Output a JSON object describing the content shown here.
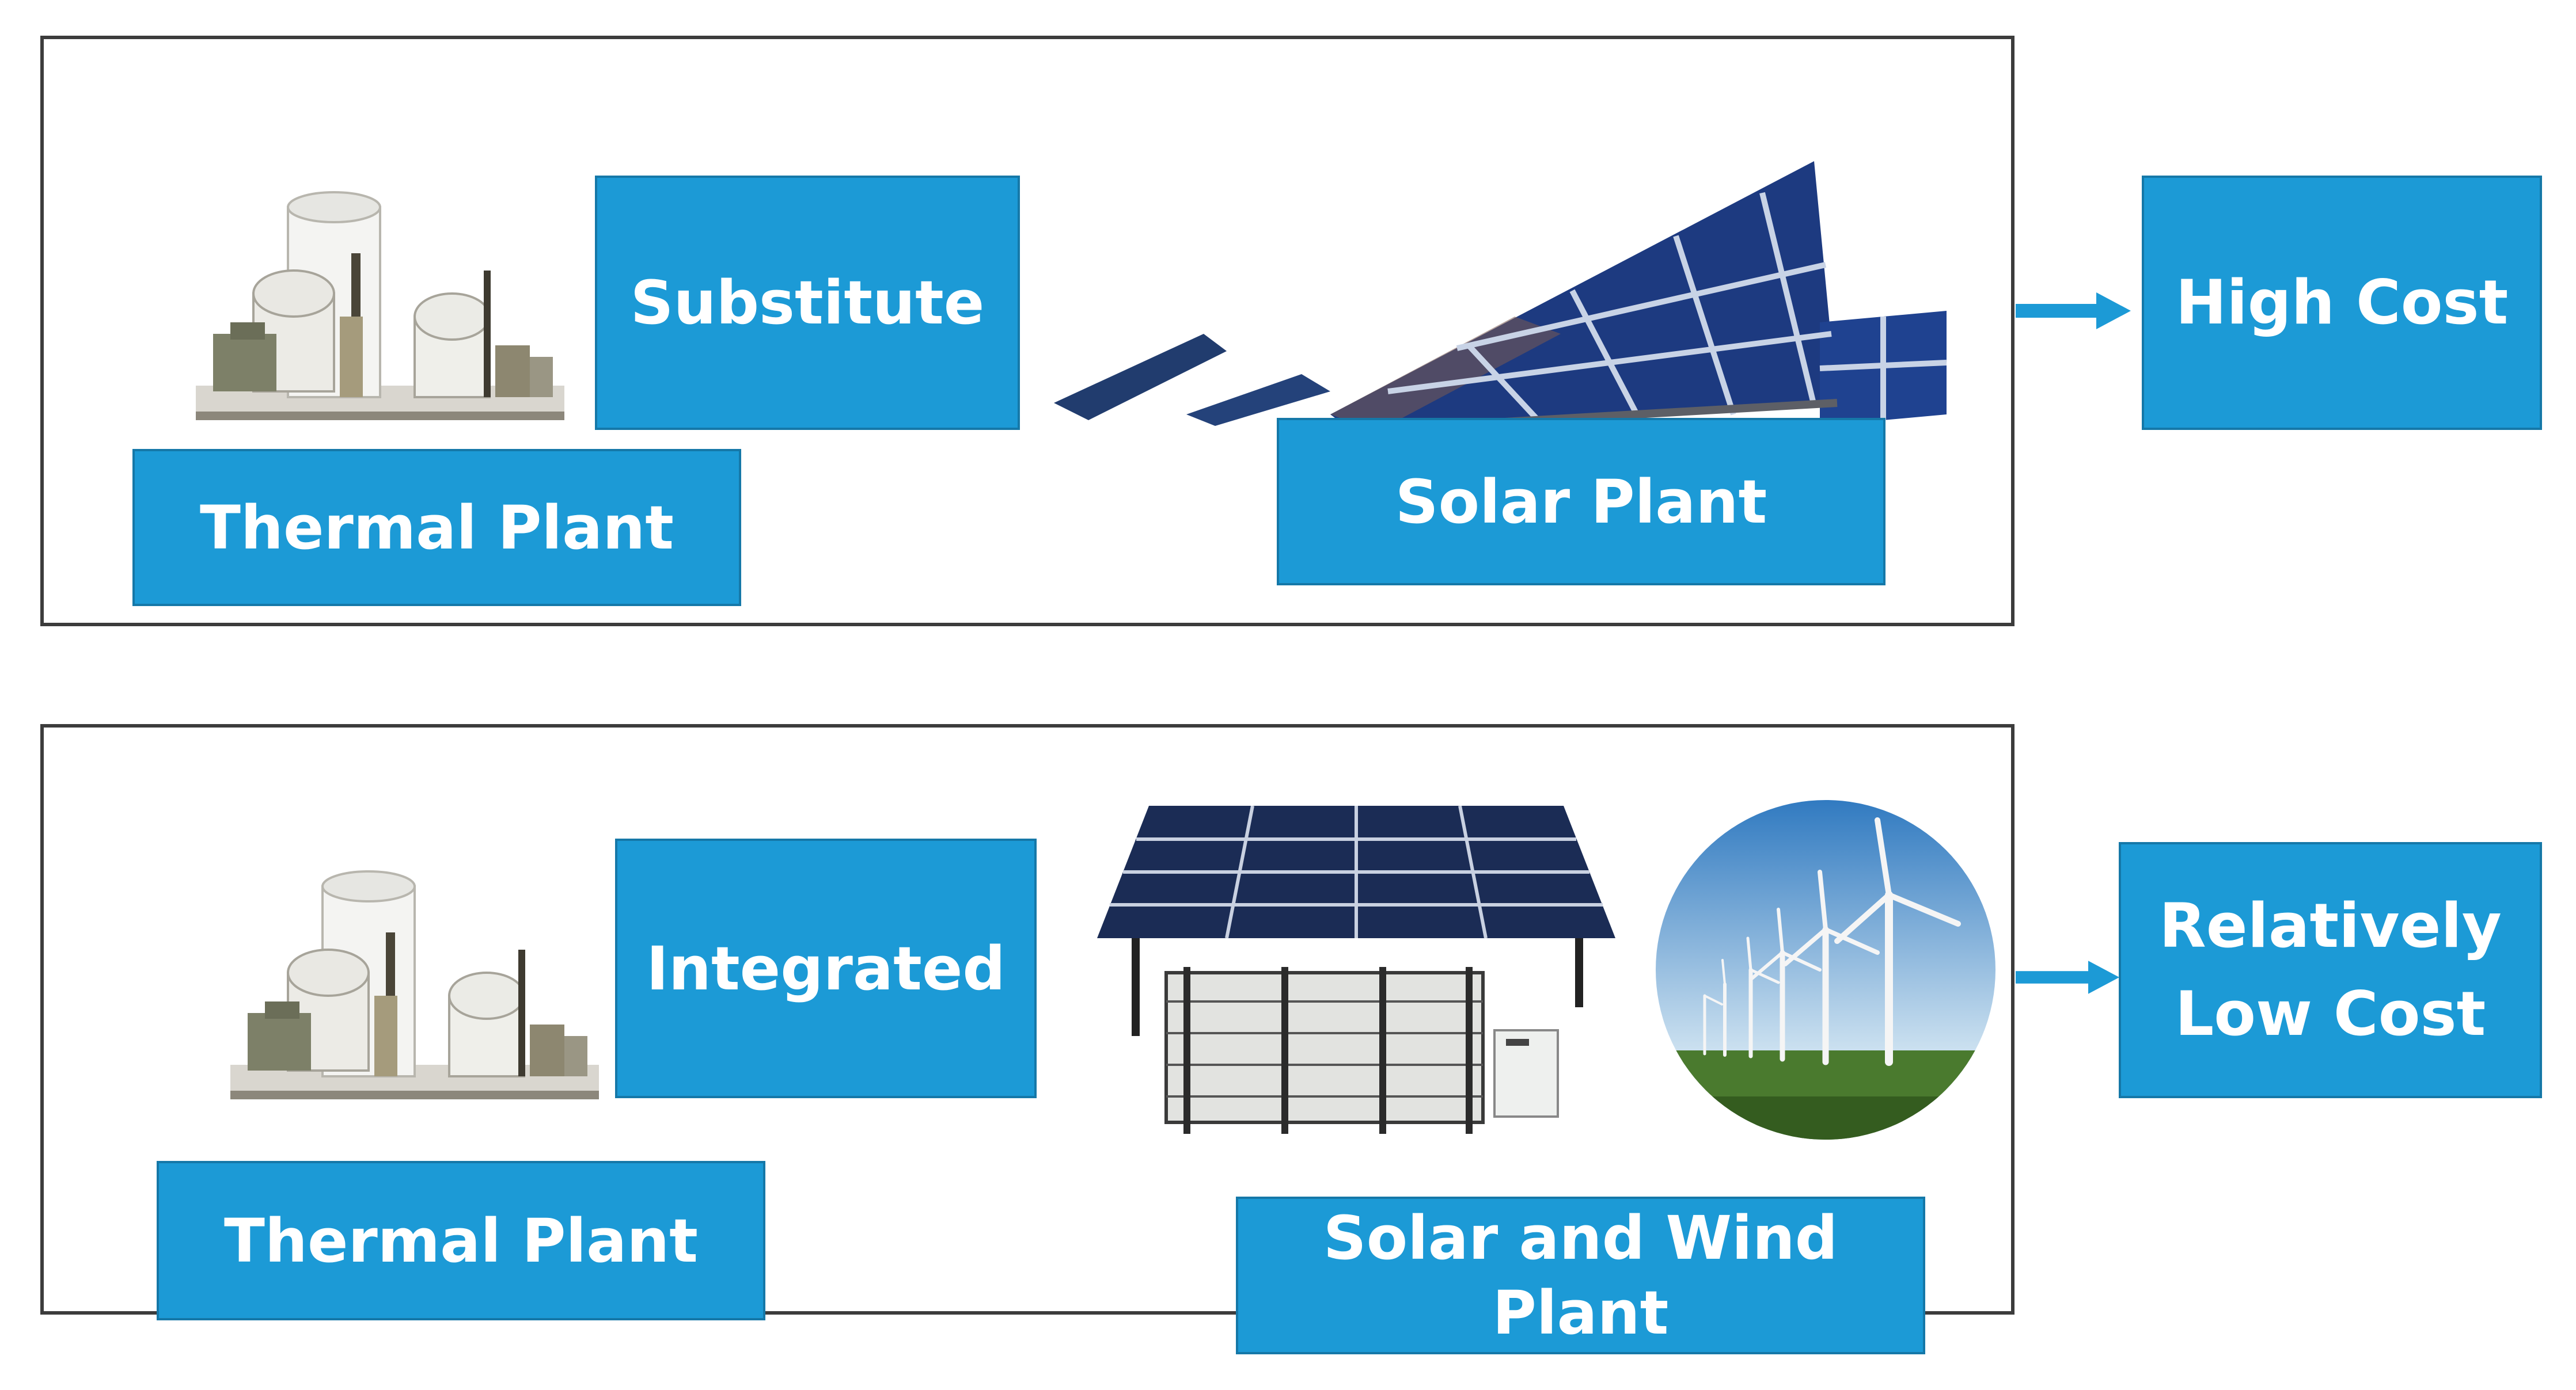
{
  "top": {
    "thermal_label": "Thermal Plant",
    "action_label": "Substitute",
    "renewable_label": "Solar Plant",
    "result_label": "High Cost"
  },
  "bottom": {
    "thermal_label": "Thermal Plant",
    "action_label": "Integrated",
    "renewable_label": "Solar and Wind Plant",
    "result_line1": "Relatively",
    "result_line2": "Low Cost"
  },
  "colors": {
    "label_fill": "#1c9ad6",
    "panel_border": "#3c3c3c",
    "arrow": "#1c9ad6"
  },
  "icons": [
    "thermal-plant-icon",
    "solar-panel-icon",
    "solar-array-icon",
    "wind-turbine-icon"
  ]
}
